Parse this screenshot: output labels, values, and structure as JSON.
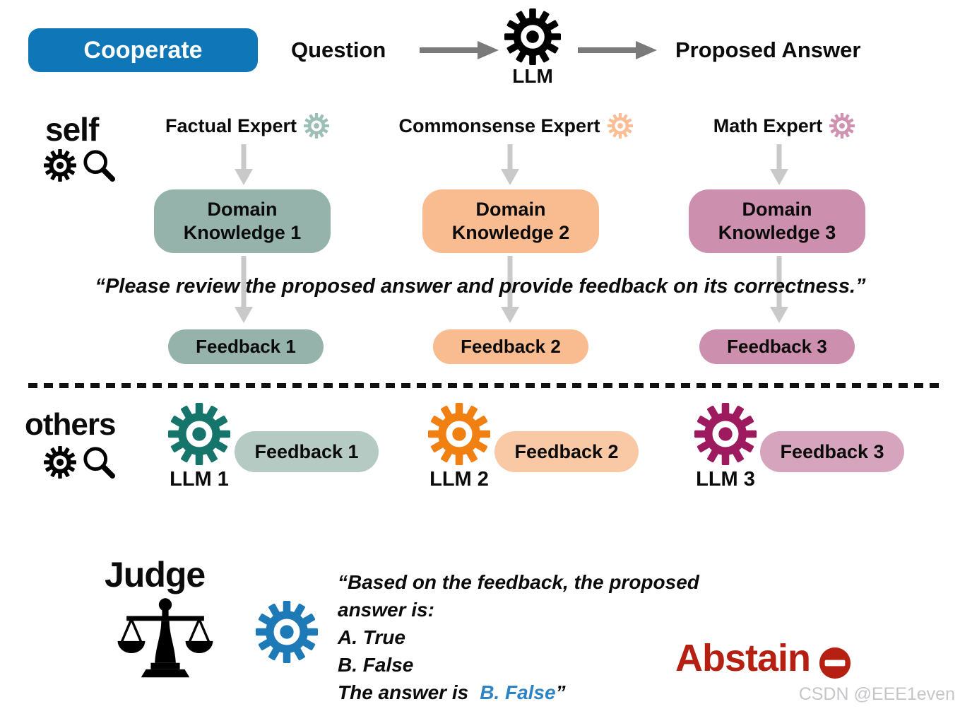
{
  "title_badge": "Cooperate",
  "pipeline": {
    "question": "Question",
    "llm": "LLM",
    "proposed_answer": "Proposed Answer"
  },
  "self_section": {
    "label": "self",
    "prompt": "“Please review the proposed answer and provide feedback on its correctness.”",
    "experts": [
      {
        "name": "Factual Expert",
        "knowledge_line1": "Domain",
        "knowledge_line2": "Knowledge 1",
        "feedback": "Feedback 1"
      },
      {
        "name": "Commonsense Expert",
        "knowledge_line1": "Domain",
        "knowledge_line2": "Knowledge 2",
        "feedback": "Feedback 2"
      },
      {
        "name": "Math Expert",
        "knowledge_line1": "Domain",
        "knowledge_line2": "Knowledge 3",
        "feedback": "Feedback 3"
      }
    ]
  },
  "others_section": {
    "label": "others",
    "llms": [
      {
        "name": "LLM 1",
        "feedback": "Feedback 1"
      },
      {
        "name": "LLM 2",
        "feedback": "Feedback 2"
      },
      {
        "name": "LLM 3",
        "feedback": "Feedback 3"
      }
    ]
  },
  "judge_section": {
    "label": "Judge",
    "prompt_line1": "“Based on the feedback, the proposed answer is:",
    "prompt_line2": "A. True",
    "prompt_line3": "B. False",
    "prompt_line4_prefix": "The answer is",
    "prompt_answer": "B. False",
    "prompt_closing": "”",
    "abstain_label": "Abstain"
  },
  "watermark": "CSDN @EEE1even",
  "colors": {
    "badge_blue": "#0f77b8",
    "expert1_box": "#95b3aa",
    "expert1_box_light": "#b5cac3",
    "expert1_gear": "#9dbfb6",
    "llm1_gear": "#16756b",
    "expert2_box": "#f8bc90",
    "expert2_box_light": "#f9c8a4",
    "expert2_gear": "#f8bf96",
    "llm2_gear": "#f18013",
    "expert3_box": "#cd8fae",
    "expert3_box_light": "#d6a4bd",
    "expert3_gear": "#cf93b1",
    "llm3_gear": "#9e1a5e",
    "top_llm_gear": "#000000",
    "judge_gear": "#1d7ab7",
    "answer_blue": "#2d83c4",
    "abstain_red": "#b52012",
    "arrow_gray": "#7a7a7a",
    "arrow_light_gray": "#c9c9c9"
  }
}
